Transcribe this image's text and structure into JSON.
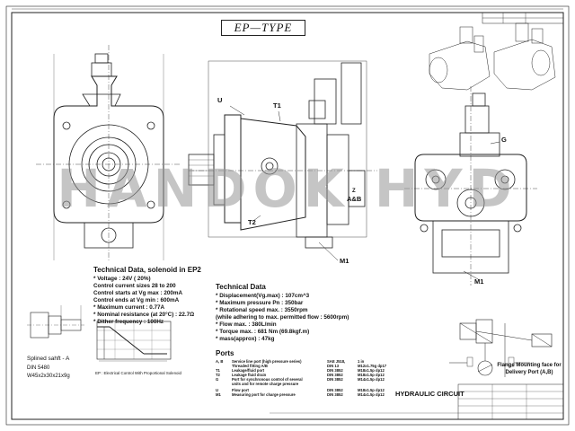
{
  "drawing": {
    "title": "EP—TYPE",
    "watermark": "HANDOK HYD",
    "labels": {
      "u": "U",
      "t1": "T1",
      "t2": "T2",
      "z": "Z",
      "ab": "A&B",
      "m1_side": "M1",
      "m1_right": "M1",
      "g": "G"
    }
  },
  "solenoid": {
    "heading": "Technical Data, solenoid in EP2",
    "lines": [
      "* Voltage : 24V ( 20%)",
      "  Control current sizes 28 to 200",
      "  Control starts at Vg max : 200mA",
      "  Control ends at Vg min : 600mA",
      "* Maximum current : 0.77A",
      "* Nominal resistance (at 20°C) : 22.7Ω",
      "* Dither frequency : 100Hz"
    ]
  },
  "tech": {
    "heading": "Technical Data",
    "lines": [
      "* Displacement(Vg.max) : 107cm^3",
      "* Maximum pressure Pn : 350bar",
      "* Rotational speed max. : 3550rpm",
      "  (while adhering to max. permitted flow : 5600rpm)",
      "* Flow max. : 380L/min",
      "* Torque max. : 681 Nm (69.8kgf.m)",
      "* mass(approx) : 47kg"
    ]
  },
  "shaft": {
    "title": "Splined sahft - A",
    "std": "DIN 5480",
    "size": "W45x2x30x21x9g"
  },
  "chart_caption": "EP : Electrical Control With Proportional Solenoid",
  "ports": {
    "heading": "Ports",
    "rows": [
      {
        "port": "A, B",
        "desc": "Service line port (high pressure series)",
        "std": "SAE J518,",
        "size": "1 in"
      },
      {
        "port": "",
        "desc": "Threaded fitting A/B",
        "std": "DIN 13",
        "size": "M12x1.75g dp17"
      },
      {
        "port": "T1",
        "desc": "Leakage/fluid port",
        "std": "DIN 3852",
        "size": "M18x1.5p dp12"
      },
      {
        "port": "T2",
        "desc": "Leakage fluid drain",
        "std": "DIN 3852",
        "size": "M18x1.5p dp12"
      },
      {
        "port": "G",
        "desc": "Port for synchronous control of several",
        "std": "DIN 3852",
        "size": "M14x1.5p dp12"
      },
      {
        "port": "",
        "desc": "units and for remote charge pressure",
        "std": "",
        "size": ""
      },
      {
        "port": "U",
        "desc": "Flow port",
        "std": "DIN 3852",
        "size": "M18x1.5p dp12"
      },
      {
        "port": "M1",
        "desc": "Measuring port for charge pressure",
        "std": "DIN 3852",
        "size": "M14x1.5p dp12"
      }
    ]
  },
  "hydraulic_circuit": "HYDRAULIC CIRCUIT",
  "flange_note": "Flange Mounting face for Delivery Port (A,B)"
}
